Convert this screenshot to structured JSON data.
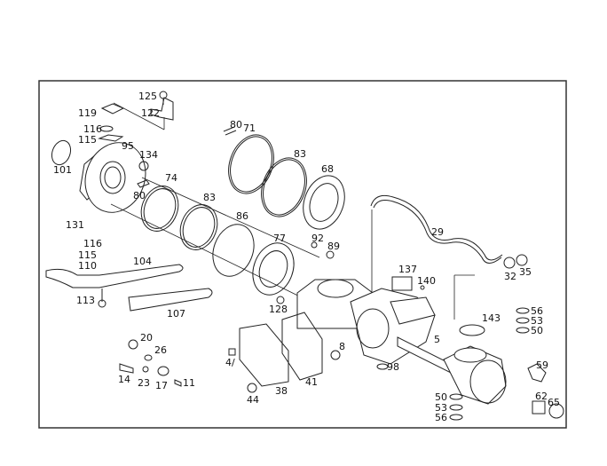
{
  "callouts": [
    "125",
    "122",
    "119",
    "116",
    "115",
    "95",
    "101",
    "134",
    "80",
    "74",
    "83",
    "80",
    "71",
    "83",
    "68",
    "86",
    "77",
    "92",
    "89",
    "29",
    "32",
    "35",
    "137",
    "140",
    "131",
    "116",
    "115",
    "110",
    "104",
    "113",
    "107",
    "128",
    "143",
    "56",
    "53",
    "50",
    "5",
    "20",
    "26",
    "14",
    "23",
    "17",
    "11",
    "4/",
    "38",
    "41",
    "44",
    "8",
    "98",
    "59",
    "62",
    "65",
    "50",
    "53",
    "56"
  ]
}
